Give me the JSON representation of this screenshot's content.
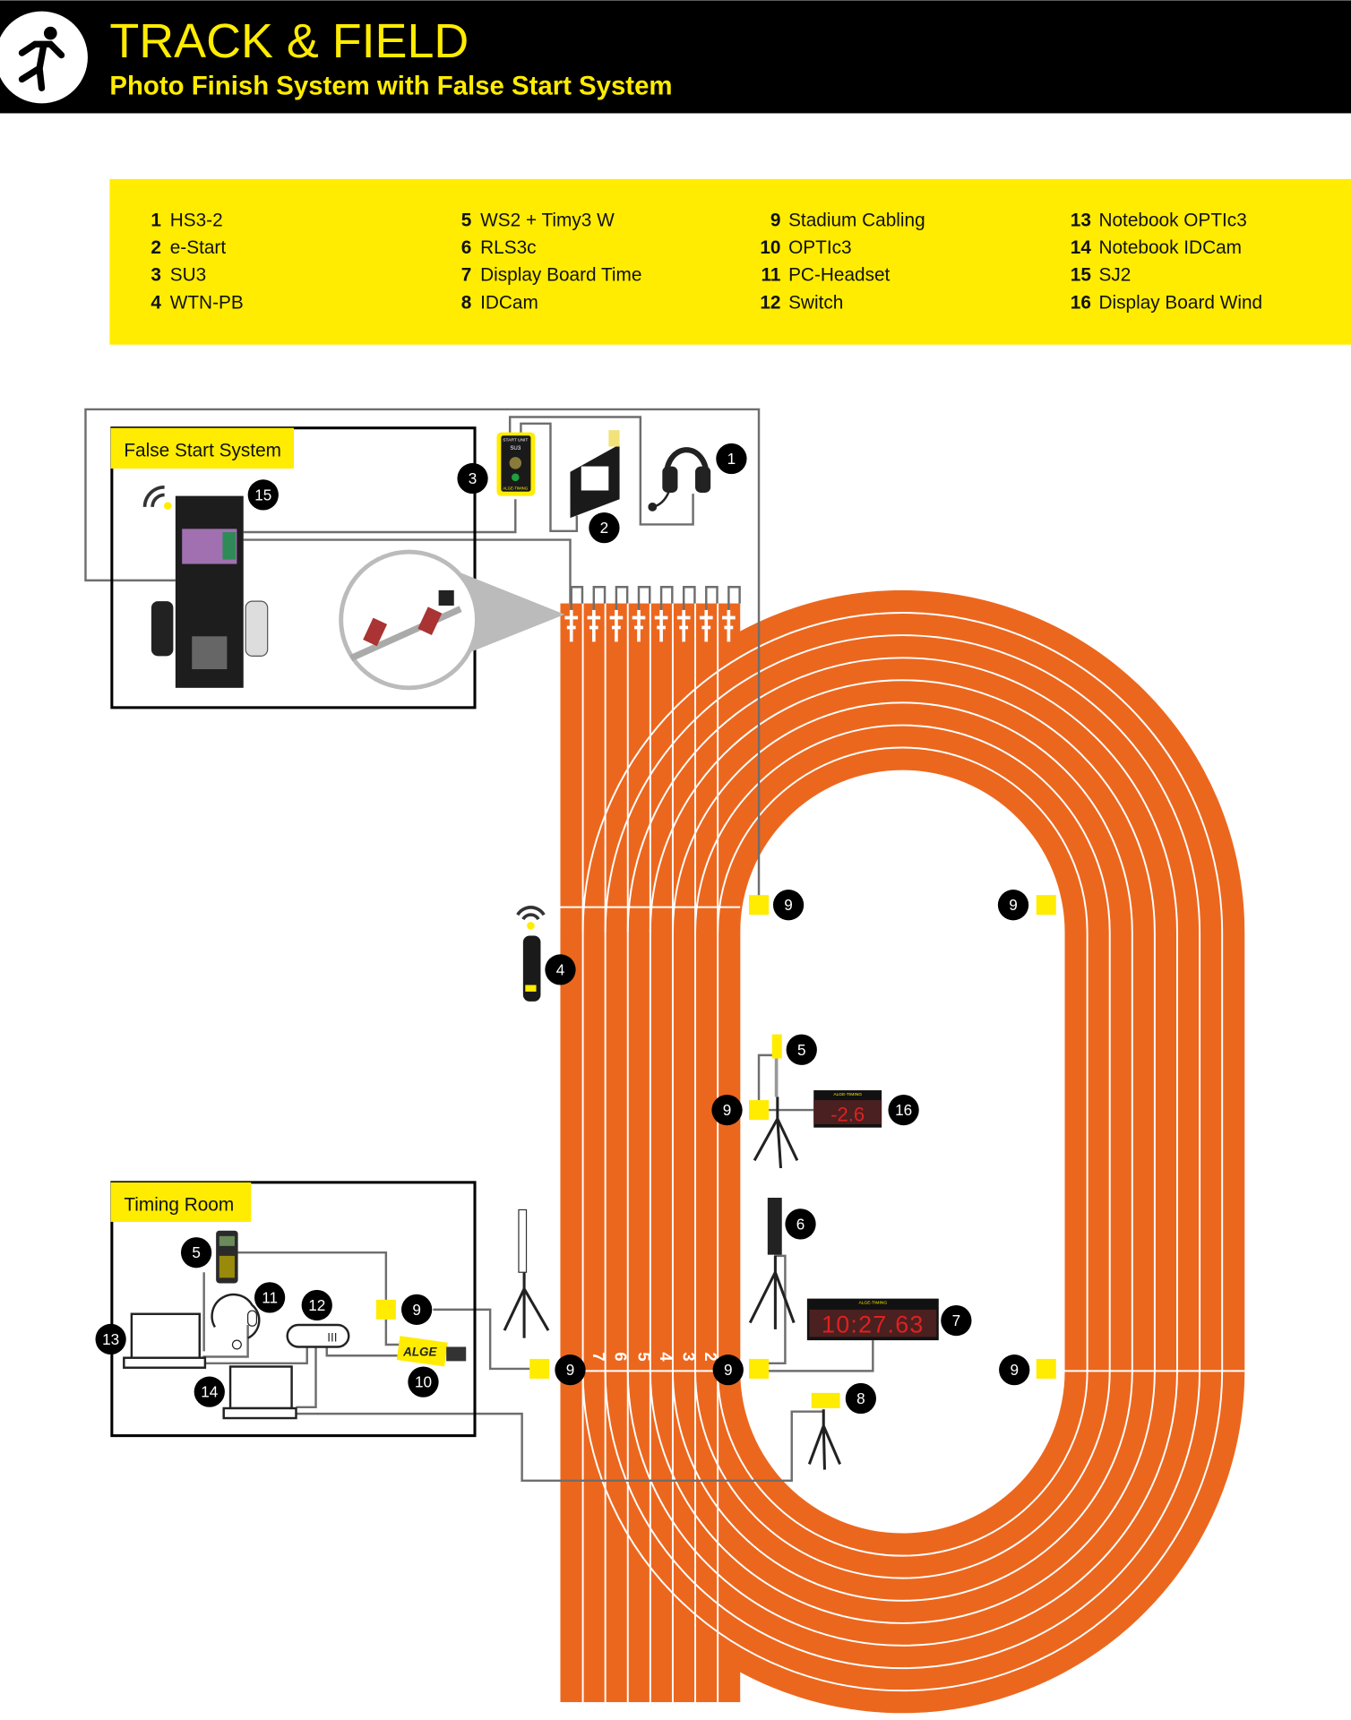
{
  "header": {
    "title": "TRACK & FIELD",
    "subtitle": "Photo Finish System with False Start System",
    "icon": "runner-icon"
  },
  "legend": [
    {
      "num": "1",
      "label": "HS3-2"
    },
    {
      "num": "2",
      "label": "e-Start"
    },
    {
      "num": "3",
      "label": "SU3"
    },
    {
      "num": "4",
      "label": "WTN-PB"
    },
    {
      "num": "5",
      "label": "WS2 + Timy3 W"
    },
    {
      "num": "6",
      "label": "RLS3c"
    },
    {
      "num": "7",
      "label": "Display Board Time"
    },
    {
      "num": "8",
      "label": "IDCam"
    },
    {
      "num": "9",
      "label": "Stadium Cabling"
    },
    {
      "num": "10",
      "label": "OPTIc3"
    },
    {
      "num": "11",
      "label": "PC-Headset"
    },
    {
      "num": "12",
      "label": "Switch"
    },
    {
      "num": "13",
      "label": "Notebook OPTIc3"
    },
    {
      "num": "14",
      "label": "Notebook IDCam"
    },
    {
      "num": "15",
      "label": "SJ2"
    },
    {
      "num": "16",
      "label": "Display Board Wind"
    }
  ],
  "boxes": {
    "false_start": "False Start System",
    "timing_room": "Timing Room"
  },
  "su3": {
    "line1": "START UNIT",
    "line2": "SU3",
    "brand": "ALGE-TIMING"
  },
  "switch_label": "III",
  "optic_label": "ALGE",
  "lane_numbers": [
    "7",
    "6",
    "5",
    "4",
    "3",
    "2"
  ],
  "displays": {
    "time": "10:27.63",
    "wind": "-2.6",
    "brand": "ALGE-TIMING"
  },
  "colors": {
    "accent": "#ffec00",
    "track": "#ec671e",
    "header_bg": "#000000"
  }
}
